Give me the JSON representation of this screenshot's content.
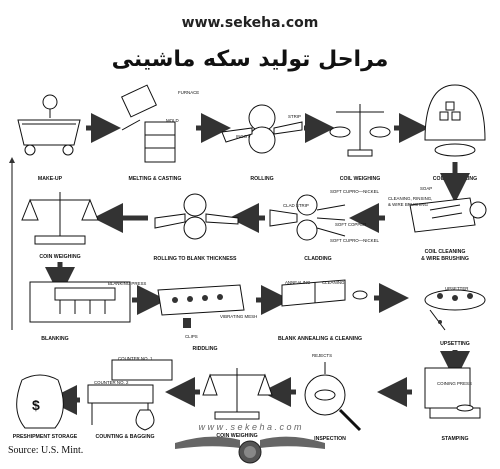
{
  "header": {
    "site": "www.sekeha.com",
    "title": "مراحل تولید سکه ماشینی"
  },
  "stages": {
    "make_up": "MAKE-UP",
    "melting": "MELTING & CASTING",
    "rolling": "ROLLING",
    "coil_weighing": "COIL WEIGHING",
    "coil_annealing": "COIL ANNEALING",
    "coin_weighing": "COIN WEIGHING",
    "rolling_blank": "ROLLING TO BLANK THICKNESS",
    "cladding": "CLADDING",
    "coil_cleaning_1": "COIL CLEANING",
    "coil_cleaning_2": "& WIRE BRUSHING",
    "blanking": "BLANKING",
    "riddling": "RIDDLING",
    "blank_annealing": "BLANK ANNEALING & CLEANING",
    "upsetting": "UPSETTING",
    "preshipment": "PRESHIPMENT STORAGE",
    "counting": "COUNTING & BAGGING",
    "coin_weighing_2": "COIN WEIGHING",
    "inspection": "INSPECTION",
    "stamping": "STAMPING"
  },
  "labels": {
    "furnace": "FURNACE",
    "mold": "MOLD",
    "ingot": "INGOT",
    "strip": "STRIP",
    "soap": "SOAP",
    "cleaning_rinsing": "CLEANING, RINSING,",
    "wire_brushing": "& WIRE BRUSHING",
    "soft_cupro_1": "SOFT CUPRO—NICKEL",
    "clad_strip": "CLAD STRIP",
    "soft_copper": "SOFT COPPER",
    "soft_cupro_2": "SOFT CUPRO—NICKEL",
    "blanking_press": "BLANKING PRESS",
    "clips": "CLIPS",
    "vibrating_mesh": "VIBRATING MESH",
    "annealing": "ANNEALING",
    "cleaning": "CLEANING",
    "upsetter": "UPSETTER",
    "counter_1": "COUNTER NO. 1",
    "counter_2": "COUNTER NO. 2",
    "rejects": "REJECTS",
    "coining_press": "COINING PRESS"
  },
  "footer": {
    "source": "Source: U.S. Mint.",
    "watermark": "w w w . s e k e h a . c o m"
  }
}
